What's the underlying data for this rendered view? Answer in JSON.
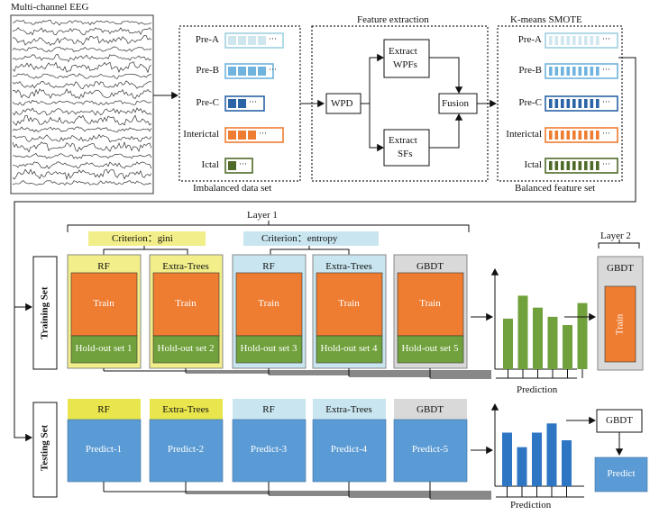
{
  "eeg": {
    "title": "Multi-channel EEG"
  },
  "imbalanced": {
    "caption": "Imbalanced data set",
    "classes": [
      {
        "name": "Pre-A",
        "cells": 4,
        "color": "#cfe6ef",
        "border": "#9fd0e0"
      },
      {
        "name": "Pre-B",
        "cells": 4,
        "color": "#6fb3de",
        "border": "#6fb3de"
      },
      {
        "name": "Pre-C",
        "cells": 2,
        "color": "#2a63a6",
        "border": "#2a63a6"
      },
      {
        "name": "Interictal",
        "cells": 3,
        "color": "#ee7d31",
        "border": "#ee7d31"
      },
      {
        "name": "Ictal",
        "cells": 1,
        "color": "#4f6a28",
        "border": "#4f6a28"
      }
    ],
    "ellipsis": "···"
  },
  "feature": {
    "title": "Feature extraction",
    "wpd": "WPD",
    "wpf_line1": "Extract",
    "wpf_line2": "WPFs",
    "sf_line1": "Extract",
    "sf_line2": "SFs",
    "fusion": "Fusion"
  },
  "balanced": {
    "title": "K-means  SMOTE",
    "caption": "Balanced feature set",
    "classes": [
      {
        "name": "Pre-A",
        "color": "#cfe6ef",
        "border": "#9fd0e0"
      },
      {
        "name": "Pre-B",
        "color": "#6fb3de",
        "border": "#6fb3de"
      },
      {
        "name": "Pre-C",
        "color": "#2a63a6",
        "border": "#2a63a6"
      },
      {
        "name": "Interictal",
        "color": "#ee7d31",
        "border": "#ee7d31"
      },
      {
        "name": "Ictal",
        "color": "#4f6a28",
        "border": "#4f6a28"
      }
    ],
    "bars_per_row": 9,
    "ellipsis": "···"
  },
  "layer1": {
    "title": "Layer 1",
    "criterion_gini": "Criterion：gini",
    "criterion_entropy": "Criterion：entropy"
  },
  "training": {
    "label": "Training Set",
    "train": "Train",
    "models": [
      {
        "name": "RF",
        "holdout": "Hold-out set 1",
        "frame": "#f2ee8a"
      },
      {
        "name": "Extra-Trees",
        "holdout": "Hold-out set 2",
        "frame": "#f2ee8a"
      },
      {
        "name": "RF",
        "holdout": "Hold-out set 3",
        "frame": "#c9e6f0"
      },
      {
        "name": "Extra-Trees",
        "holdout": "Hold-out set 4",
        "frame": "#c9e6f0"
      },
      {
        "name": "GBDT",
        "holdout": "Hold-out set 5",
        "frame": "#d9d9d9"
      }
    ],
    "prediction": "Prediction",
    "bar_values": [
      0.55,
      0.8,
      0.67,
      0.57,
      0.48,
      0.72
    ]
  },
  "layer2": {
    "title": "Layer 2",
    "model": "GBDT",
    "train": "Train"
  },
  "testing": {
    "label": "Testing Set",
    "models": [
      {
        "name": "RF",
        "predict": "Predict-1",
        "header": "#e9e54d"
      },
      {
        "name": "Extra-Trees",
        "predict": "Predict-2",
        "header": "#e9e54d"
      },
      {
        "name": "RF",
        "predict": "Predict-3",
        "header": "#c9e6f0"
      },
      {
        "name": "Extra-Trees",
        "predict": "Predict-4",
        "header": "#c9e6f0"
      },
      {
        "name": "GBDT",
        "predict": "Predict-5",
        "header": "#d9d9d9"
      }
    ],
    "prediction": "Prediction",
    "bar_values": [
      0.7,
      0.51,
      0.7,
      0.82,
      0.6
    ],
    "final_model": "GBDT",
    "final": "Predict"
  },
  "colors": {
    "orange": "#ee7d31",
    "green": "#70a13c",
    "blue": "#5b9bd5",
    "dark_blue": "#2a63a6",
    "bar_green": "#70a13c",
    "bar_blue": "#2e75c4"
  }
}
